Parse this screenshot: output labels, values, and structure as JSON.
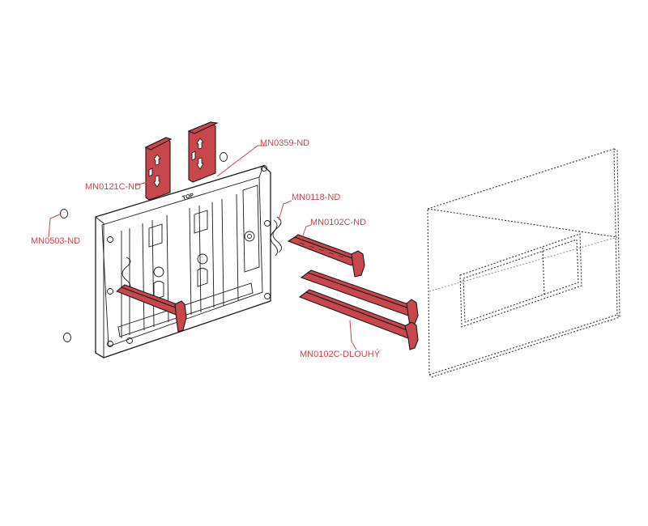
{
  "colors": {
    "accent": "#c8474d",
    "part_fill": "#c8474d",
    "outline": "#1a1a1a"
  },
  "frame": {
    "top_marking": "TOP"
  },
  "labels": [
    {
      "id": "mn0121c",
      "text": "MN0121C-ND"
    },
    {
      "id": "mn0359",
      "text": "MN0359-ND"
    },
    {
      "id": "mn0118",
      "text": "MN0118-ND"
    },
    {
      "id": "mn0102c",
      "text": "MN0102C-ND"
    },
    {
      "id": "mn0503",
      "text": "MN0503-ND"
    },
    {
      "id": "mn0102c_dlouhy",
      "text": "MN0102C-DLOUHÝ"
    }
  ]
}
